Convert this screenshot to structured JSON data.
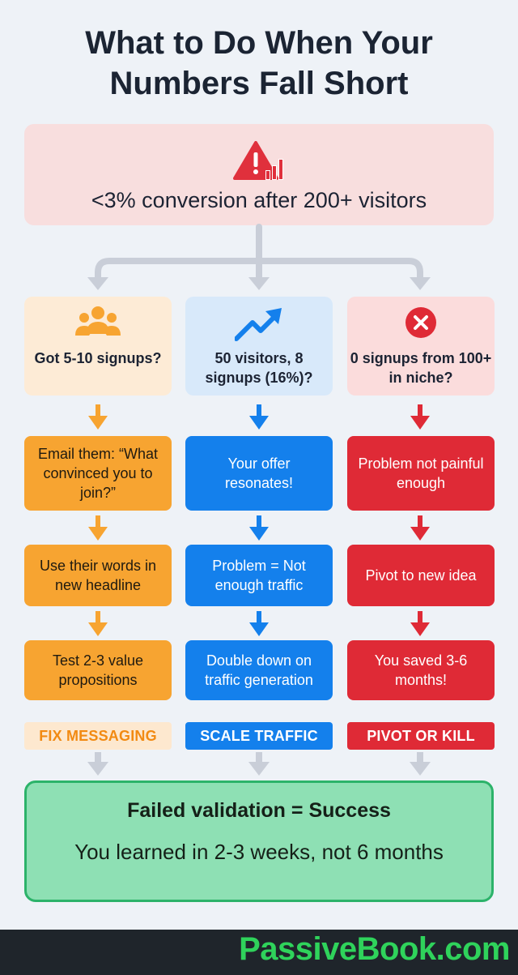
{
  "title": {
    "line1": "What to Do When Your",
    "line2": "Numbers Fall Short"
  },
  "trigger": {
    "text": "<3% conversion after 200+ visitors",
    "icon": "warning-chart-icon",
    "color": "#e0303c"
  },
  "branches": [
    {
      "condition": "Got 5-10 signups?",
      "condition_icon": "people-icon",
      "steps": [
        "Email them: “What convinced you to join?”",
        "Use their words in new headline",
        "Test 2-3 value propositions"
      ],
      "outcome": "FIX MESSAGING",
      "color": "#f7a431"
    },
    {
      "condition": "50 visitors, 8 signups (16%)?",
      "condition_icon": "trending-up-icon",
      "steps": [
        "Your offer resonates!",
        "Problem = Not enough traffic",
        "Double down on traffic generation"
      ],
      "outcome": "SCALE TRAFFIC",
      "color": "#1480ec"
    },
    {
      "condition": "0 signups from 100+ in niche?",
      "condition_icon": "x-circle-icon",
      "steps": [
        "Problem not painful enough",
        "Pivot to new idea",
        "You saved 3-6 months!"
      ],
      "outcome": "PIVOT OR KILL",
      "color": "#df2a36"
    }
  ],
  "result": {
    "title": "Failed validation = Success",
    "subtitle": "You learned in 2-3 weeks, not 6 months",
    "color": "#8ee0b4"
  },
  "footer": {
    "brand": "PassiveBook.com",
    "color": "#2fd35b"
  }
}
